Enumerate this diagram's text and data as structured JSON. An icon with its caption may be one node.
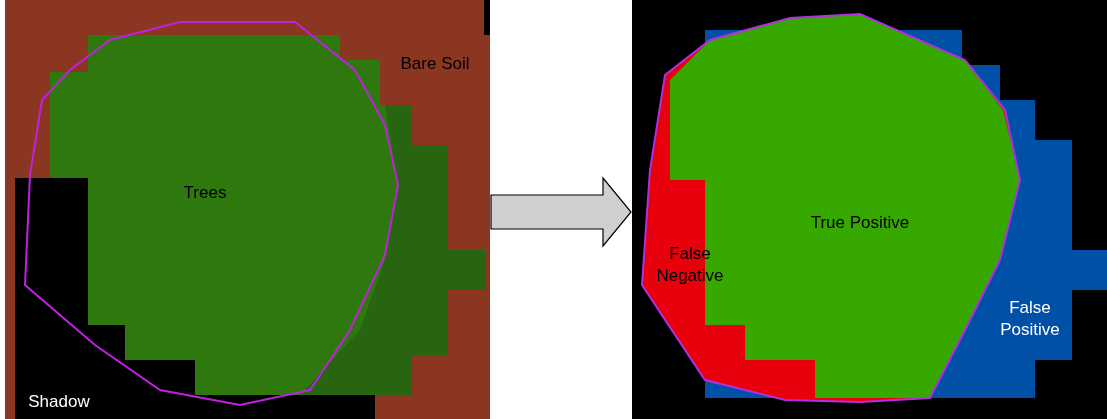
{
  "diagram": {
    "nodes": [
      {
        "text": [
          "Bare Soil",
          "Trees",
          "Shadow"
        ]
      },
      {
        "text": [
          "True Positive",
          "False Negative",
          "False Positive"
        ]
      }
    ],
    "edges": [
      {
        "from": 0,
        "to": 1,
        "arrow": "to"
      }
    ]
  }
}
